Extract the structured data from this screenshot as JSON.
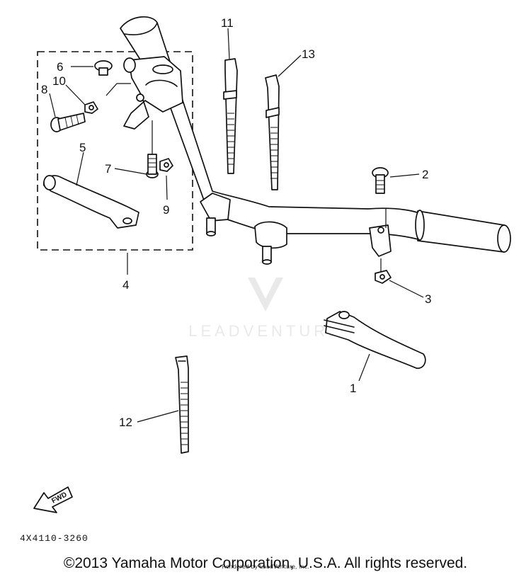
{
  "diagram": {
    "callouts": [
      "1",
      "2",
      "3",
      "4",
      "5",
      "6",
      "7",
      "8",
      "9",
      "10",
      "11",
      "12",
      "13"
    ],
    "diagram_code": "4X4110-3260",
    "fwd_label": "FWD",
    "watermark_text": "LEADVENTURE"
  },
  "footer": {
    "copyright": "©2013 Yamaha Motor Corporation, U.S.A. All rights reserved.",
    "render_credit": "Rendered by LeadVenture, Inc."
  }
}
